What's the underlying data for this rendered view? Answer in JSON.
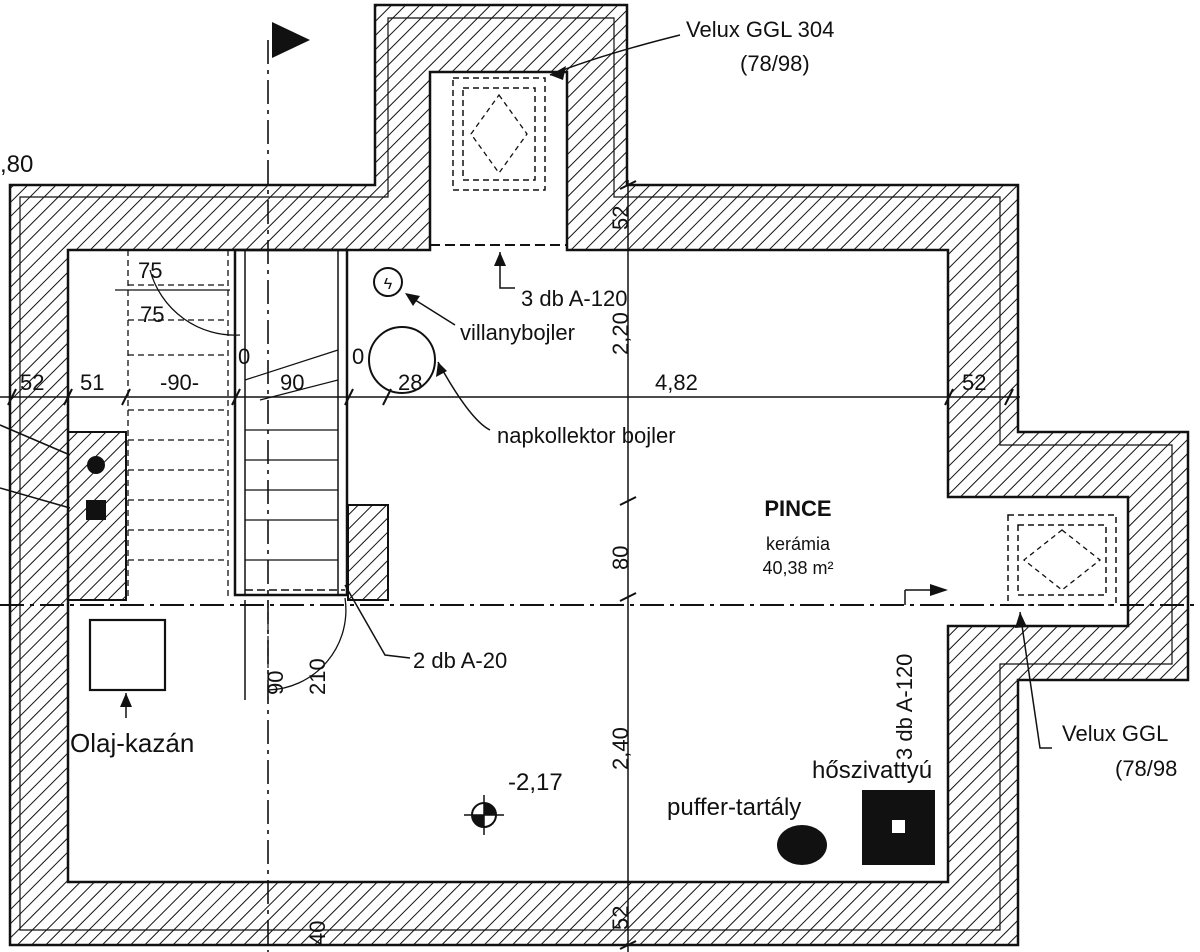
{
  "plan": {
    "room_name": "PINCE",
    "room_floor": "kerámia",
    "room_area": "40,38 m²",
    "level": "-2,17",
    "corner_dim": ",80",
    "colors": {
      "ink": "#111111",
      "paper": "#ffffff"
    }
  },
  "labels": {
    "velux_top": "Velux GGL 304",
    "velux_top_size": "(78/98)",
    "velux_right": "Velux GGL",
    "velux_right_size": "(78/98",
    "vent_top": "3 db A-120",
    "vent_right": "3 db A-120",
    "vent_stair": "2 db A-20",
    "villanybojler": "villanybojler",
    "napkollektor": "napkollektor bojler",
    "olajkazan": "Olaj-kazán",
    "hoszivattyu": "hőszivattyú",
    "puffer": "puffer-tartály"
  },
  "dims": {
    "d52_left": "52",
    "d51": "51",
    "d90a": "-90-",
    "d90b": "90",
    "d28": "28",
    "d482": "4,82",
    "d52_right": "52",
    "d220": "2,20",
    "d80": "80",
    "d240": "2,40",
    "d52_top": "52",
    "d52_bottom": "52",
    "d75a": "75",
    "d75b": "75",
    "d0a": "0",
    "d0b": "0",
    "d90v": "90",
    "d210": "210",
    "d40": "40"
  }
}
